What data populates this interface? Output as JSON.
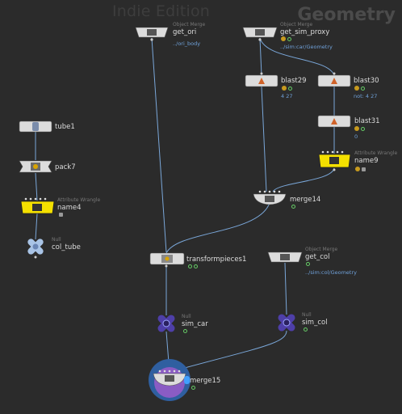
{
  "watermark": "Indie Edition",
  "context_title": "Geometry",
  "nodes": {
    "get_ori": {
      "type": "Object Merge",
      "name": "get_ori",
      "info": "../ori_body"
    },
    "get_sim_proxy": {
      "type": "Object Merge",
      "name": "get_sim_proxy",
      "info": "../sim:car/Geometry"
    },
    "blast29": {
      "name": "blast29",
      "info": "4 27"
    },
    "blast30": {
      "name": "blast30",
      "info": "not: 4 27"
    },
    "blast31": {
      "name": "blast31",
      "info": "0"
    },
    "name9": {
      "type": "Attribute Wrangle",
      "name": "name9"
    },
    "merge14": {
      "name": "merge14"
    },
    "tube1": {
      "name": "tube1"
    },
    "pack7": {
      "name": "pack7"
    },
    "name4": {
      "type": "Attribute Wrangle",
      "name": "name4"
    },
    "col_tube": {
      "type": "Null",
      "name": "col_tube"
    },
    "transformpieces1": {
      "name": "transformpieces1"
    },
    "get_col": {
      "type": "Object Merge",
      "name": "get_col",
      "info": "../sim:col/Geometry"
    },
    "sim_car": {
      "type": "Null",
      "name": "sim_car"
    },
    "sim_col": {
      "type": "Null",
      "name": "sim_col"
    },
    "merge15": {
      "name": "merge15"
    }
  },
  "colors": {
    "background": "#2b2b2b",
    "wire": "#7aa7d9",
    "wrangle": "#f4e000",
    "null": "#4e3fa8",
    "display_ring": "#2f5fa0"
  }
}
